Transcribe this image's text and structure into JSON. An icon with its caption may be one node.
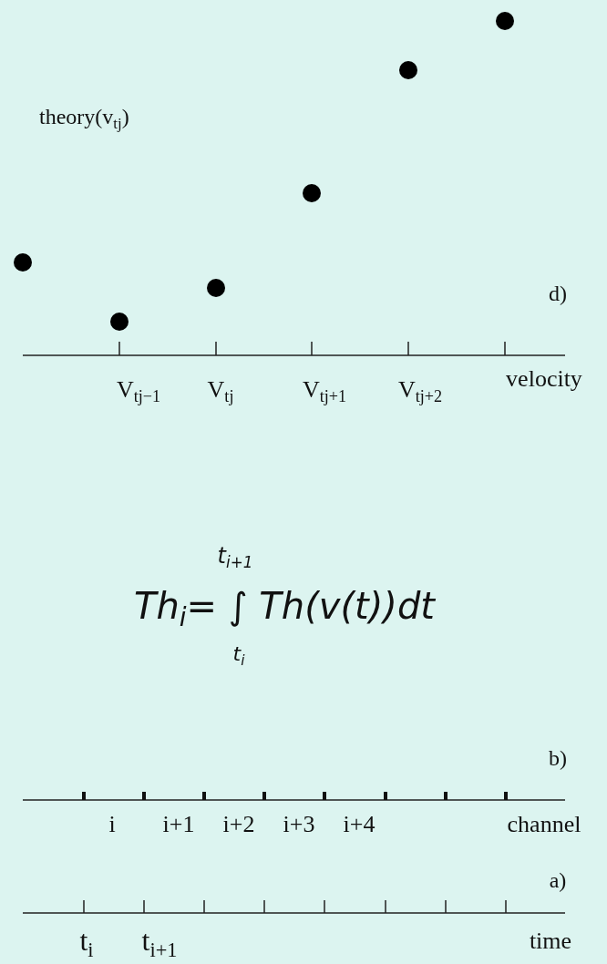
{
  "diagram": {
    "labels": [
      "theory(v$_{tj}$)",
      "d)",
      "V$_{tj−1}$",
      "V$_{tj}$",
      "V$_{tj+1}$",
      "V$_{tj+2}$",
      "velocity",
      "t$_{i+1}$",
      "Th$_{i}$= ∫ Th(v(t))dt",
      "t$_{i}$",
      "b)",
      "i",
      "i+1",
      "i+2",
      "i+3",
      "i+4",
      "channel",
      "a)",
      "t$_{i}$",
      "t$_{i+1}$",
      "time"
    ]
  }
}
